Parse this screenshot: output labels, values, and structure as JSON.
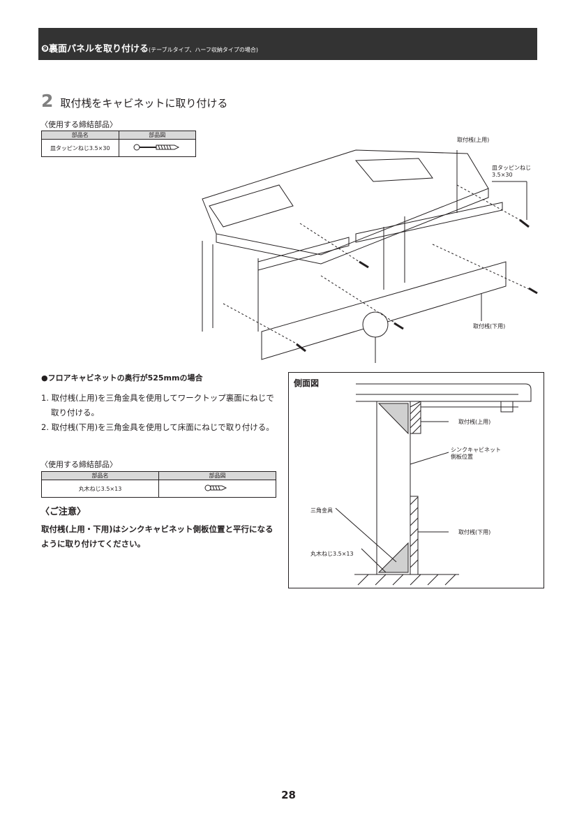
{
  "header": {
    "title": "❾裏面パネルを取り付ける",
    "subtitle": "(テーブルタイプ、ハーフ収納タイプの場合)"
  },
  "step": {
    "number": "2",
    "title": "取付桟をキャビネットに取り付ける"
  },
  "parts_table_1": {
    "caption": "〈使用する締結部品〉",
    "headers": [
      "部品名",
      "部品図"
    ],
    "rows": [
      {
        "name": "皿タッピンねじ3.5×30"
      }
    ]
  },
  "main_diagram": {
    "labels": {
      "upper": "取付桟(上用)",
      "screw_line1": "皿タッピンねじ",
      "screw_line2": "3.5×30",
      "lower": "取付桟(下用)"
    }
  },
  "case": {
    "heading": "●フロアキャビネットの奥行が525mmの場合",
    "steps": [
      "1. 取付桟(上用)を三角金具を使用してワークトップ裏面にねじで取り付ける。",
      "2. 取付桟(下用)を三角金具を使用して床面にねじで取り付ける。"
    ]
  },
  "parts_table_2": {
    "caption": "〈使用する締結部品〉",
    "headers": [
      "部品名",
      "部品図"
    ],
    "rows": [
      {
        "name": "丸木ねじ3.5×13"
      }
    ]
  },
  "caution": {
    "heading": "〈ご注意〉",
    "text": "取付桟(上用・下用)はシンクキャビネット側板位置と平行になるように取り付けてください。"
  },
  "side_view": {
    "title": "側面図",
    "labels": {
      "upper": "取付桟(上用)",
      "side_line1": "シンクキャビネット",
      "side_line2": "側板位置",
      "bracket": "三角金具",
      "lower": "取付桟(下用)",
      "screw": "丸木ねじ3.5×13"
    }
  },
  "page_number": "28"
}
